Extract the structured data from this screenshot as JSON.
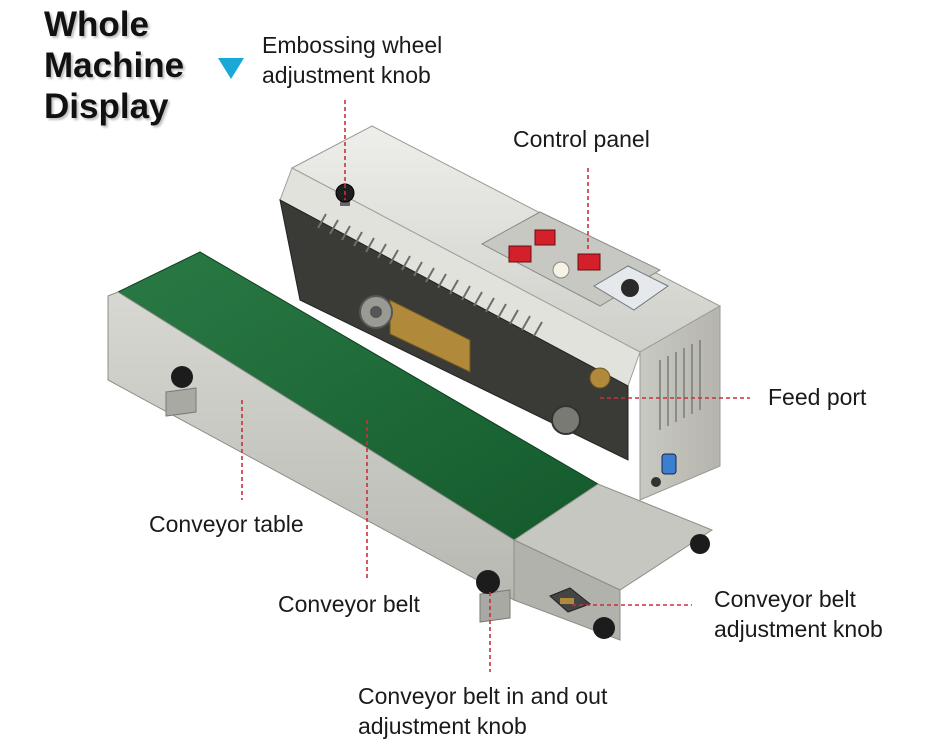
{
  "title": {
    "line1": "Whole",
    "line2": "Machine",
    "line3": "Display"
  },
  "labels": {
    "embossing": {
      "line1": "Embossing wheel",
      "line2": "adjustment knob"
    },
    "control_panel": "Control panel",
    "feed_port": "Feed port",
    "conveyor_table": "Conveyor table",
    "conveyor_belt": "Conveyor belt",
    "belt_adjust": {
      "line1": "Conveyor belt",
      "line2": "adjustment knob"
    },
    "in_out": {
      "line1": "Conveyor belt in and out",
      "line2": "adjustment knob"
    }
  },
  "icons": {
    "pointer": "triangle-down-icon"
  },
  "colors": {
    "pointer": "#1aa8d8",
    "leader": "#c8313a",
    "belt": "#1f6b3a",
    "body": "#d9d9d4",
    "switch": "#d4202a"
  }
}
